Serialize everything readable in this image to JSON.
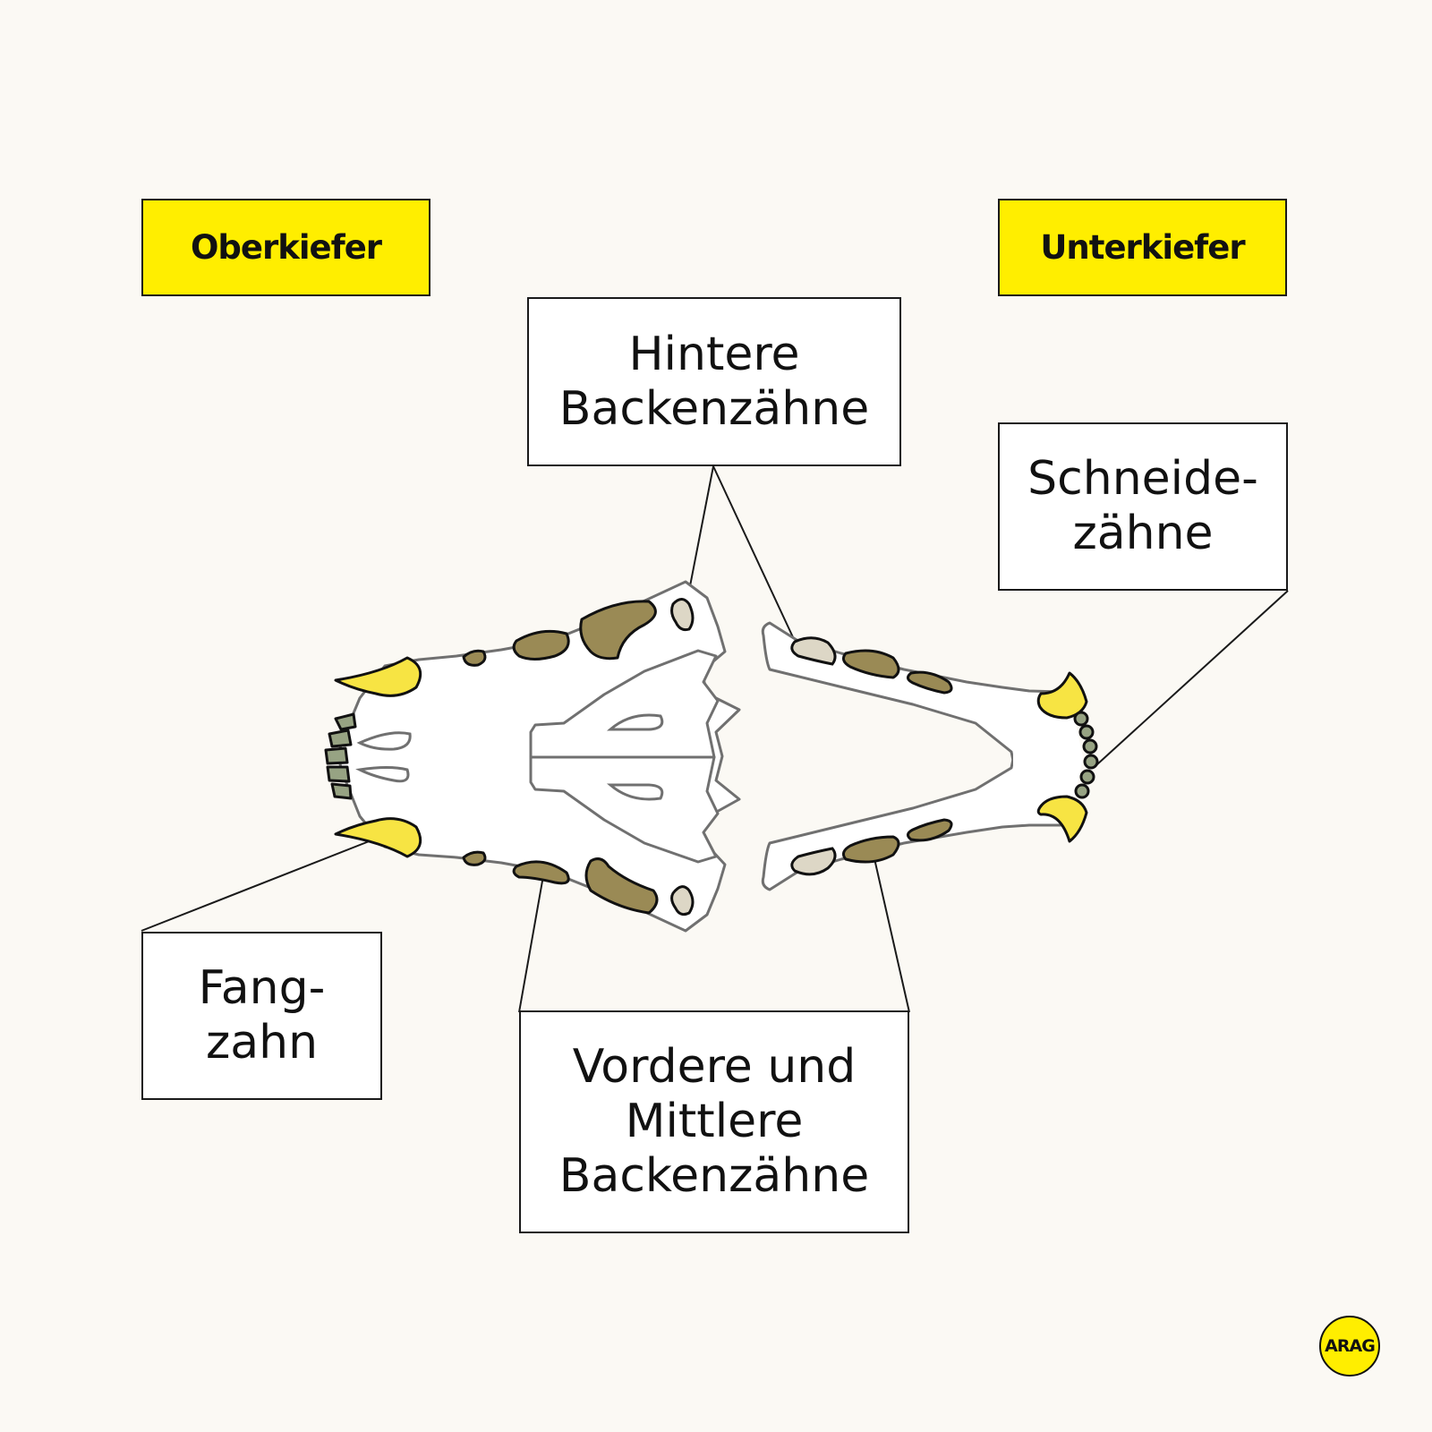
{
  "headers": {
    "upper": "Oberkiefer",
    "lower": "Unterkiefer"
  },
  "callouts": {
    "rear_molars": {
      "line1": "Hintere",
      "line2": "Backenzähne"
    },
    "incisors": {
      "line1": "Schneide-",
      "line2": "zähne"
    },
    "canine": {
      "line1": "Fang-",
      "line2": "zahn"
    },
    "front_middle_molars": {
      "line1": "Vordere und",
      "line2": "Mittlere",
      "line3": "Backenzähne"
    }
  },
  "logo": {
    "text": "ARAG"
  },
  "colors": {
    "background": "#fbf9f4",
    "highlight_yellow": "#ffee00",
    "canine_yellow": "#f7e443",
    "molar_olive": "#9a8a55",
    "incisor_sage": "#97a383",
    "rear_molar_beige": "#ddd7c6",
    "bone_outline": "#707070"
  }
}
